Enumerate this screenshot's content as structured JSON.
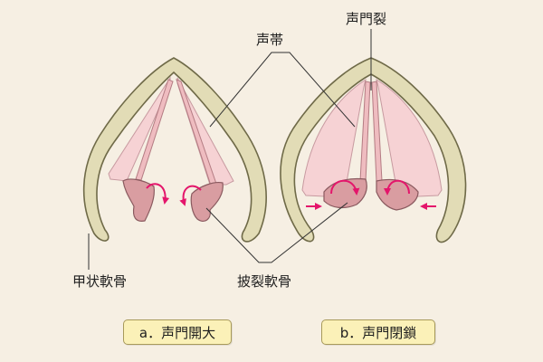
{
  "labels": {
    "vocal_cords": "声帯",
    "glottis_slit": "声門裂",
    "thyroid_cartilage": "甲状軟骨",
    "arytenoid_cartilage": "披裂軟骨"
  },
  "captions": {
    "a": "a．声門開大",
    "b": "b．声門閉鎖"
  },
  "colors": {
    "background": "#f6efe3",
    "cartilage": "#e2dcb6",
    "cartilage_outline": "#6f6a48",
    "vocal_fold_tissue": "#f6d2d4",
    "arytenoid": "#d99da1",
    "arrow": "#e4156b",
    "caption_box": "#fbf1b8"
  }
}
